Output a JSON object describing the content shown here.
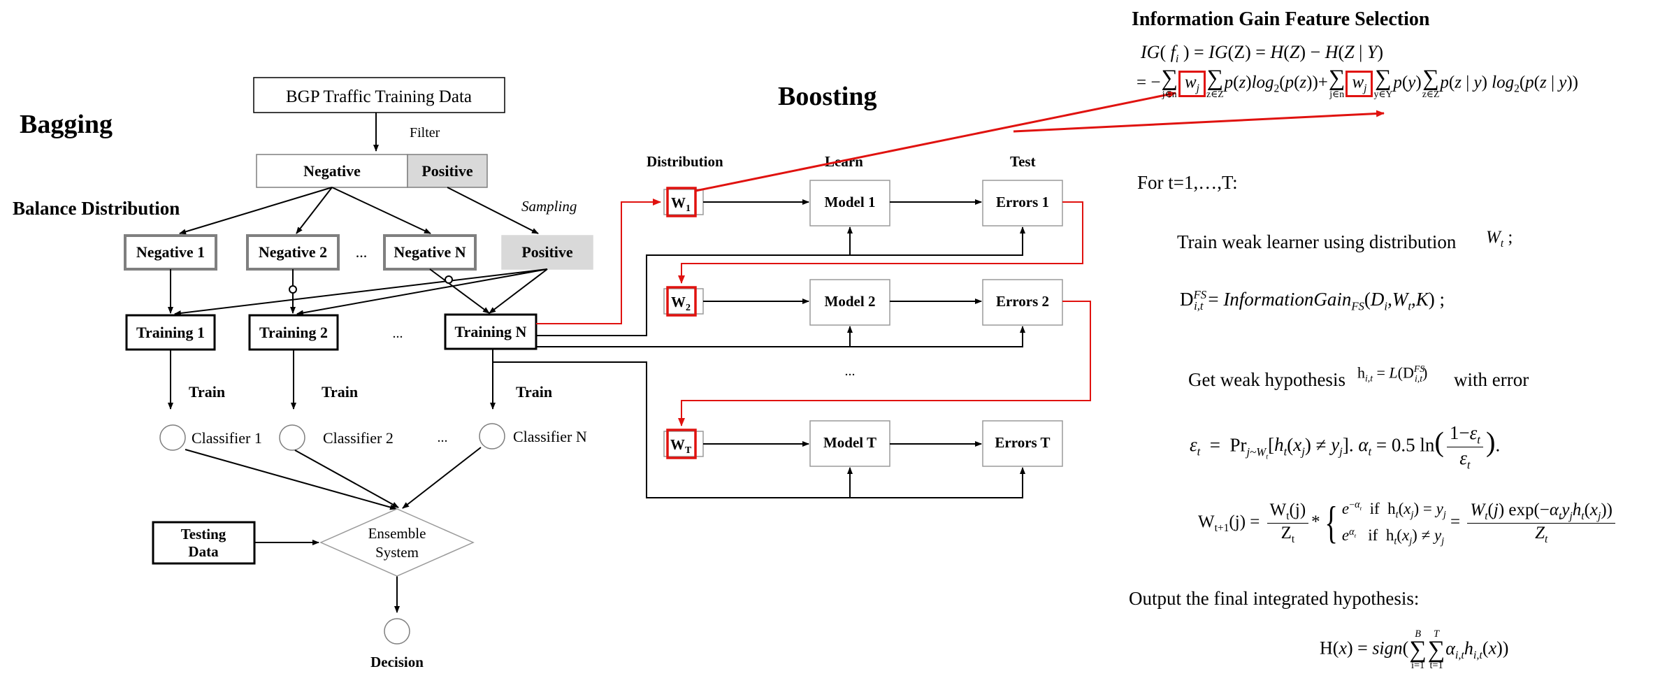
{
  "bagging": {
    "title": "Bagging",
    "source": "BGP Traffic Training Data",
    "filter": "Filter",
    "negative": "Negative",
    "positive": "Positive",
    "balance_distribution": "Balance Distribution",
    "sampling": "Sampling",
    "sample_boxes": [
      "Negative 1",
      "Negative 2",
      "Negative N",
      "Positive"
    ],
    "training": [
      "Training 1",
      "Training 2",
      "Training N"
    ],
    "train": "Train",
    "classifiers": [
      "Classifier 1",
      "Classifier 2",
      "Classifier N"
    ],
    "ellipsis": "...",
    "testing_data": [
      "Testing",
      "Data"
    ],
    "ensemble": [
      "Ensemble",
      "System"
    ],
    "decision": "Decision"
  },
  "boosting": {
    "title": "Boosting",
    "distribution": "Distribution",
    "learn": "Learn",
    "test": "Test",
    "weights": [
      "W",
      "W",
      "W"
    ],
    "weight_subs": [
      "1",
      "2",
      "T"
    ],
    "models": [
      "Model 1",
      "Model 2",
      "Model T"
    ],
    "errors": [
      "Errors 1",
      "Errors 2",
      "Errors T"
    ],
    "ellipsis": "..."
  },
  "algorithm": {
    "ig_title": "Information Gain Feature Selection",
    "for_line": "For t=1,…,T:",
    "train_weak": "Train weak learner using distribution",
    "get_weak": "Get weak hypothesis",
    "with_error": "with error",
    "output_line": "Output the final integrated hypothesis:"
  },
  "colors": {
    "highlight": "#e0120f",
    "box_border": "#7f7f7f",
    "gray_fill": "#d9d9d9"
  }
}
